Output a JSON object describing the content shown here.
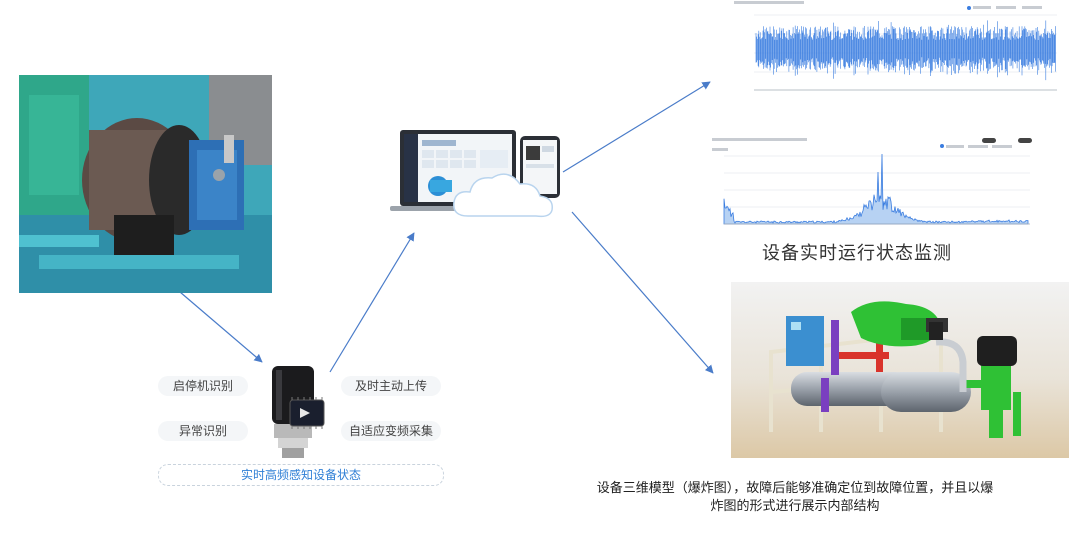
{
  "sensor": {
    "features": {
      "start_stop": "启停机识别",
      "upload": "及时主动上传",
      "abnormal": "异常识别",
      "adaptive": "自适应变频采集"
    },
    "banner": "实时高频感知设备状态"
  },
  "monitor": {
    "caption": "设备实时运行状态监测"
  },
  "model": {
    "caption_line1": "设备三维模型（爆炸图），故障后能够准确定位到故障位置，并且以爆",
    "caption_line2": "炸图的形式进行展示内部结构"
  },
  "colors": {
    "arrow": "#4a7cc9",
    "signal": "#3a7de0",
    "model_bg": "#e9dcc4",
    "pipe_green": "#2fc135",
    "frame_blue": "#3b8fd0"
  },
  "icons": [
    "motor-photo",
    "vibration-sensor-icon",
    "laptop-icon",
    "phone-icon",
    "cloud-icon",
    "waveform-chart",
    "spectrum-chart",
    "machine-3d-model"
  ]
}
